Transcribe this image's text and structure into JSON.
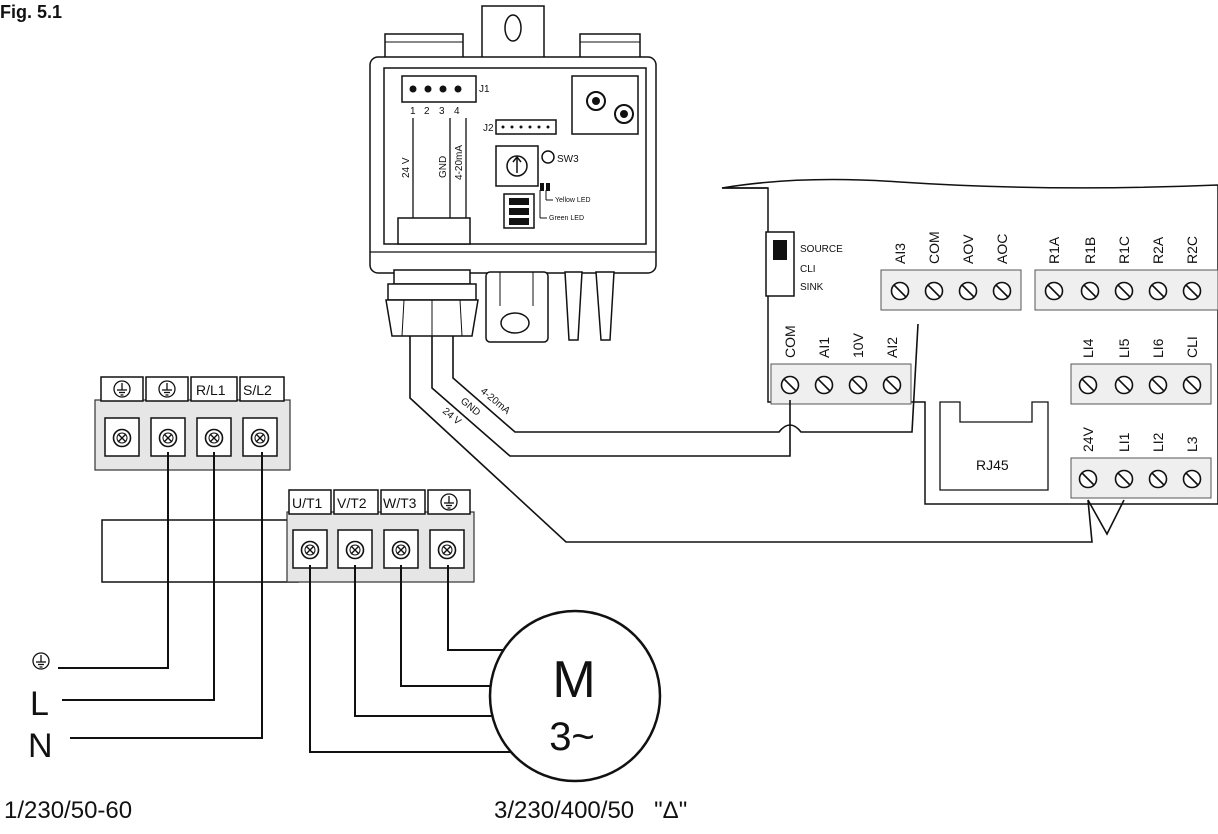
{
  "figure": {
    "title": "Fig. 5.1"
  },
  "sensor": {
    "j1": "J1",
    "j1_pins": [
      "1",
      "2",
      "3",
      "4"
    ],
    "j2": "J2",
    "sw3": "SW3",
    "yellow_led": "Yellow LED",
    "green_led": "Green LED",
    "pin_labels": [
      "24 V",
      "GND",
      "4-20mA"
    ]
  },
  "cable_labels": [
    "4-20mA",
    "GND",
    "24 V"
  ],
  "controller": {
    "switch_labels": [
      "SOURCE",
      "CLI",
      "SINK"
    ],
    "row1_left": [
      "AI3",
      "COM",
      "AOV",
      "AOC"
    ],
    "row1_right": [
      "R1A",
      "R1B",
      "R1C",
      "R2A",
      "R2C"
    ],
    "row2_left": [
      "COM",
      "AI1",
      "10V",
      "AI2"
    ],
    "row2_right": [
      "LI4",
      "LI5",
      "LI6",
      "CLI"
    ],
    "row3_right": [
      "24V",
      "LI1",
      "LI2",
      "L3"
    ],
    "rj45": "RJ45"
  },
  "power_terminal": {
    "labels": [
      "R/L1",
      "S/L2"
    ]
  },
  "motor_terminal": {
    "labels": [
      "U/T1",
      "V/T2",
      "W/T3"
    ]
  },
  "supply": {
    "line": "L",
    "neutral": "N",
    "spec": "1/230/50-60"
  },
  "motor": {
    "letter": "M",
    "phase": "3~",
    "spec": "3/230/400/50   \"Δ\""
  },
  "icons": {
    "ground": "ground-icon",
    "screw": "screw-terminal-icon",
    "potentiometer": "potentiometer-icon"
  }
}
